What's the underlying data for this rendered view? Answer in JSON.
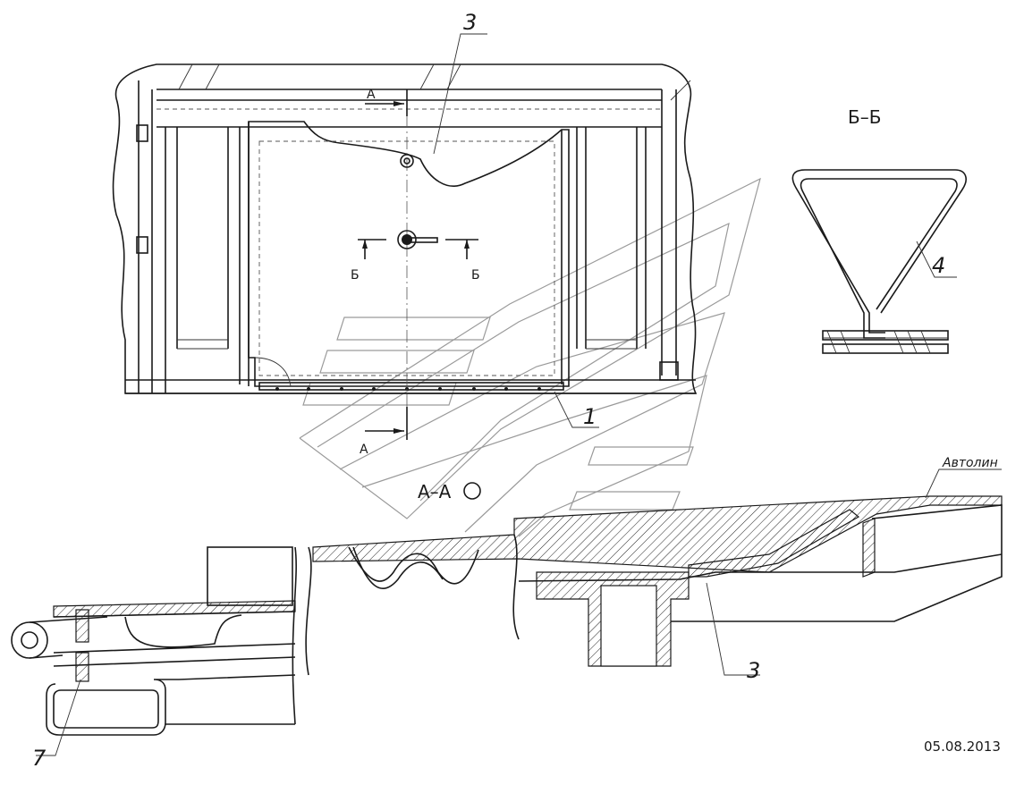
{
  "labels": {
    "part_3_top": "3",
    "section_a_top": "А",
    "section_a_bottom": "А",
    "section_b_left": "Б",
    "section_b_right": "Б",
    "section_bb_title": "Б–Б",
    "part_4": "4",
    "part_1": "1",
    "section_aa_title": "А–А",
    "material_note": "Автолин",
    "part_3_bottom": "3",
    "part_7": "7",
    "date": "05.08.2013"
  }
}
